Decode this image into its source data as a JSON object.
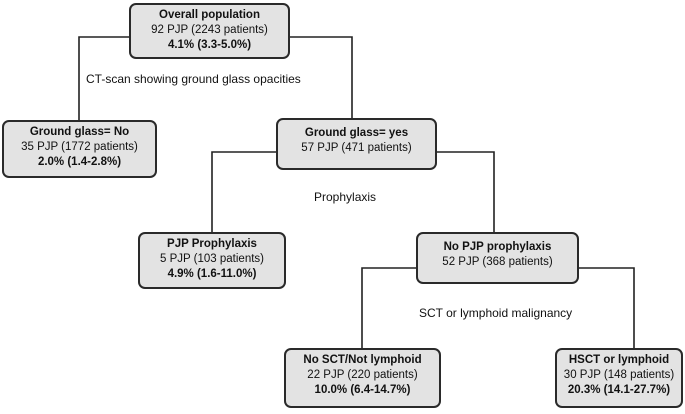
{
  "nodes": {
    "overall": {
      "title": "Overall population",
      "count": "92  PJP (2243 patients)",
      "rate": "4.1% (3.3-5.0%)"
    },
    "gg_no": {
      "title": "Ground glass= No",
      "count": "35 PJP (1772 patients)",
      "rate": "2.0% (1.4-2.8%)"
    },
    "gg_yes": {
      "title": "Ground glass= yes",
      "count": "57 PJP (471 patients)",
      "rate": ""
    },
    "proph": {
      "title": "PJP Prophylaxis",
      "count": "5 PJP (103 patients)",
      "rate": "4.9% (1.6-11.0%)"
    },
    "no_proph": {
      "title": "No PJP prophylaxis",
      "count": "52 PJP (368 patients)",
      "rate": ""
    },
    "no_sct": {
      "title": "No SCT/Not lymphoid",
      "count": "22 PJP (220 patients)",
      "rate": "10.0% (6.4-14.7%)"
    },
    "hsct": {
      "title": "HSCT or lymphoid",
      "count": "30 PJP (148 patients)",
      "rate": "20.3% (14.1-27.7%)"
    }
  },
  "split_labels": {
    "ct": "CT-scan showing ground glass opacities",
    "proph": "Prophylaxis",
    "sct": "SCT or lymphoid  malignancy"
  }
}
